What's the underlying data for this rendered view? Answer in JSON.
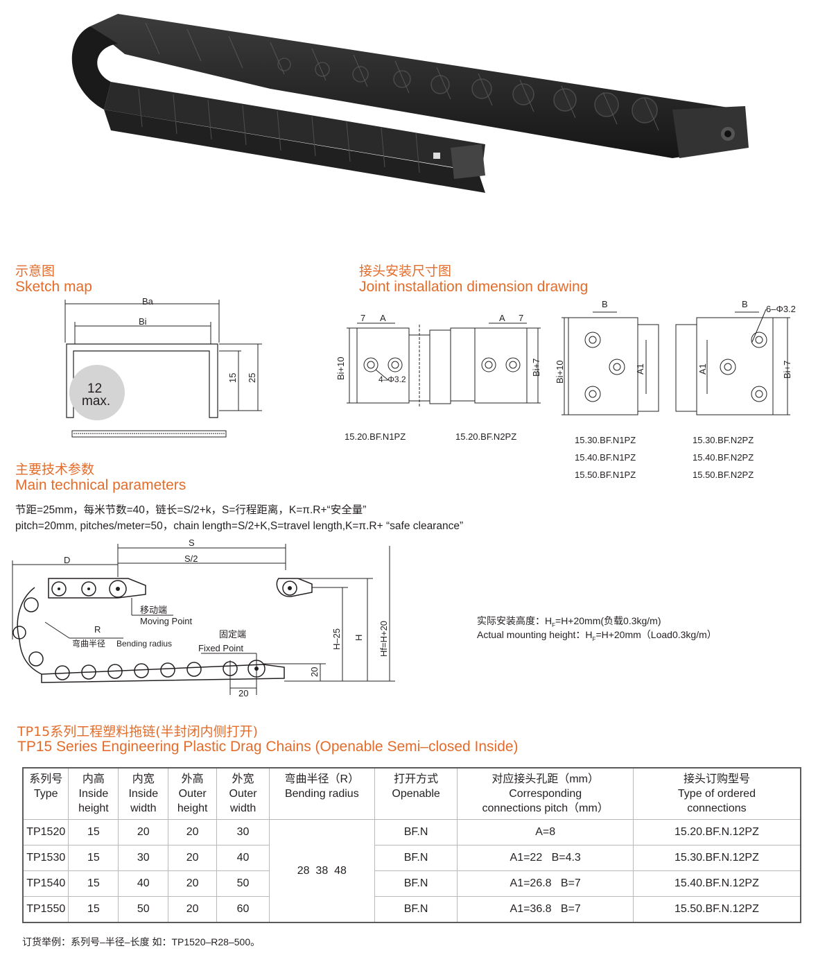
{
  "sketch": {
    "title_zh": "示意图",
    "title_en": "Sketch map",
    "labels": {
      "ba": "Ba",
      "bi": "Bi",
      "h15": "15",
      "h25": "25",
      "max_num": "12",
      "max_word": "max."
    }
  },
  "joint": {
    "title_zh": "接头安装尺寸图",
    "title_en": "Joint installation dimension drawing",
    "labels": {
      "seven": "7",
      "a": "A",
      "b": "B",
      "a1": "A1",
      "bi10": "Bi+10",
      "bi7": "Bi+7",
      "holes4": "4–Φ3.2",
      "holes6": "6–Φ3.2"
    },
    "captions": {
      "n1pz_20": "15.20.BF.N1PZ",
      "n2pz_20": "15.20.BF.N2PZ",
      "n1pz_list": [
        "15.30.BF.N1PZ",
        "15.40.BF.N1PZ",
        "15.50.BF.N1PZ"
      ],
      "n2pz_list": [
        "15.30.BF.N2PZ",
        "15.40.BF.N2PZ",
        "15.50.BF.N2PZ"
      ]
    }
  },
  "params": {
    "title_zh": "主要技术参数",
    "title_en": "Main technical parameters",
    "line_zh": "节距=25mm，每米节数=40，链长=S/2+k，S=行程距离，K=π.R+“安全量”",
    "line_en": "pitch=20mm, pitches/meter=50，chain length=S/2+K,S=travel length,K=π.R+ “safe clearance”"
  },
  "chain_diagram": {
    "labels": {
      "d": "D",
      "s": "S",
      "s2": "S/2",
      "r": "R",
      "moving_zh": "移动端",
      "moving_en": "Moving Point",
      "bend_zh": "弯曲半径",
      "bend_en": "Bending radius",
      "fixed_zh": "固定端",
      "fixed_en": "Fixed Point",
      "h25": "H–25",
      "h": "H",
      "hf": "Hf=H+20",
      "twenty_v": "20",
      "twenty_h": "20"
    },
    "mount_zh": "实际安装高度：H",
    "mount_zh_sub": "F",
    "mount_zh_rest": "=H+20mm(负载0.3kg/m)",
    "mount_en": "Actual mounting height：H",
    "mount_en_sub": "F",
    "mount_en_rest": "=H+20mm（Load0.3kg/m）"
  },
  "series": {
    "title_zh": "TP15系列工程塑料拖链(半封闭内侧打开)",
    "title_en": "TP15 Series Engineering Plastic Drag Chains (Openable Semi–closed Inside)"
  },
  "table": {
    "headers": [
      {
        "zh": "系列号",
        "en": "Type",
        "en2": ""
      },
      {
        "zh": "内高",
        "en": "Inside",
        "en2": "height"
      },
      {
        "zh": "内宽",
        "en": "Inside",
        "en2": "width"
      },
      {
        "zh": "外高",
        "en": "Outer",
        "en2": "height"
      },
      {
        "zh": "外宽",
        "en": "Outer",
        "en2": "width"
      },
      {
        "zh": "弯曲半径（R）",
        "en": "Bending radius",
        "en2": ""
      },
      {
        "zh": "打开方式",
        "en": "Openable",
        "en2": ""
      },
      {
        "zh": "对应接头孔距（mm）",
        "en": "Corresponding",
        "en2": "connections pitch（mm）"
      },
      {
        "zh": "接头订购型号",
        "en": "Type of ordered",
        "en2": "connections"
      }
    ],
    "bending_radius": "28  38  48",
    "rows": [
      {
        "type": "TP1520",
        "ih": "15",
        "iw": "20",
        "oh": "20",
        "ow": "30",
        "open": "BF.N",
        "pitch": "A=8",
        "order": "15.20.BF.N.12PZ"
      },
      {
        "type": "TP1530",
        "ih": "15",
        "iw": "30",
        "oh": "20",
        "ow": "40",
        "open": "BF.N",
        "pitch": "A1=22   B=4.3",
        "order": "15.30.BF.N.12PZ"
      },
      {
        "type": "TP1540",
        "ih": "15",
        "iw": "40",
        "oh": "20",
        "ow": "50",
        "open": "BF.N",
        "pitch": "A1=26.8   B=7",
        "order": "15.40.BF.N.12PZ"
      },
      {
        "type": "TP1550",
        "ih": "15",
        "iw": "50",
        "oh": "20",
        "ow": "60",
        "open": "BF.N",
        "pitch": "A1=36.8   B=7",
        "order": "15.50.BF.N.12PZ"
      }
    ]
  },
  "order_example": "订货举例：系列号–半径–长度  如：TP1520–R28–500。"
}
